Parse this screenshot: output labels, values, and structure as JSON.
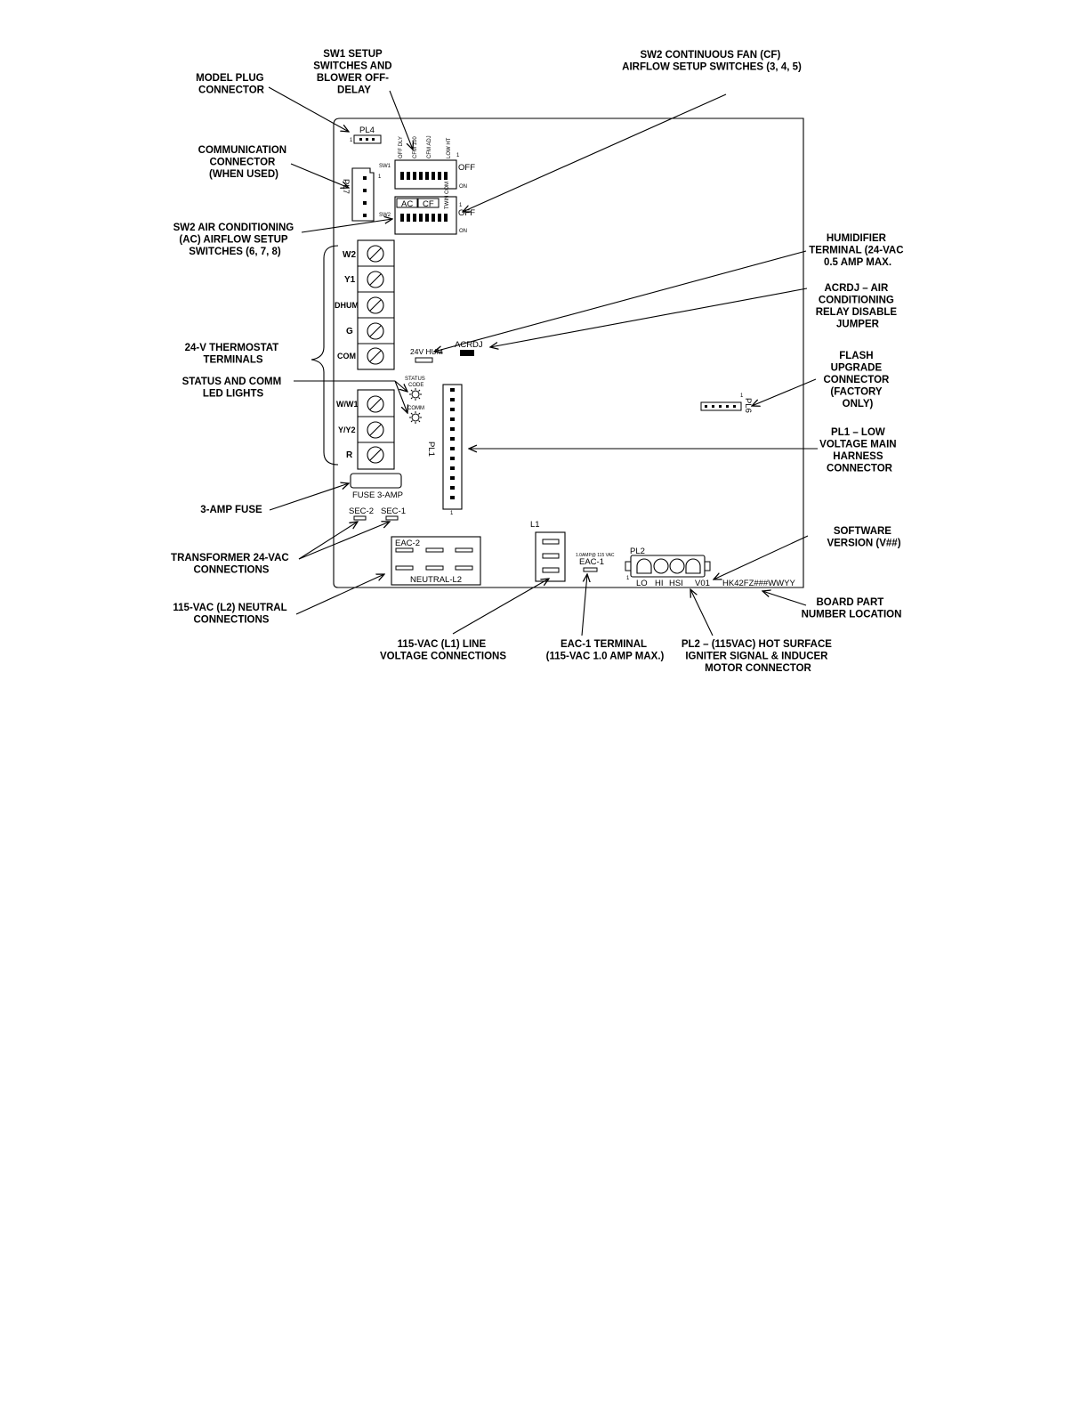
{
  "callouts": {
    "model_plug": [
      "MODEL PLUG",
      "CONNECTOR"
    ],
    "sw1_setup": [
      "SW1 SETUP",
      "SWITCHES AND",
      "BLOWER OFF-",
      "DELAY"
    ],
    "sw2_cf": [
      "SW2 CONTINUOUS FAN (CF)",
      "AIRFLOW SETUP SWITCHES (3, 4, 5)"
    ],
    "communication": [
      "COMMUNICATION",
      "CONNECTOR",
      "(WHEN USED)"
    ],
    "sw2_ac": [
      "SW2 AIR CONDITIONING",
      "(AC) AIRFLOW SETUP",
      "SWITCHES (6, 7, 8)"
    ],
    "humidifier": [
      "HUMIDIFIER",
      "TERMINAL (24-VAC",
      "0.5 AMP MAX."
    ],
    "acrdj": [
      "ACRDJ – AIR",
      "CONDITIONING",
      "RELAY DISABLE",
      "JUMPER"
    ],
    "thermostat": [
      "24-V THERMOSTAT",
      "TERMINALS"
    ],
    "status_leds": [
      "STATUS AND COMM",
      "LED LIGHTS"
    ],
    "flash": [
      "FLASH",
      "UPGRADE",
      "CONNECTOR",
      "(FACTORY",
      "ONLY)"
    ],
    "pl1": [
      "PL1 – LOW",
      "VOLTAGE MAIN",
      "HARNESS",
      "CONNECTOR"
    ],
    "fuse": [
      "3-AMP FUSE"
    ],
    "software": [
      "SOFTWARE",
      "VERSION (V##)"
    ],
    "transformer": [
      "TRANSFORMER 24-VAC",
      "CONNECTIONS"
    ],
    "neutral": [
      "115-VAC (L2) NEUTRAL",
      "CONNECTIONS"
    ],
    "board_part": [
      "BOARD PART",
      "NUMBER LOCATION"
    ],
    "line_voltage": [
      "115-VAC (L1) LINE",
      "VOLTAGE  CONNECTIONS"
    ],
    "eac1": [
      "EAC-1 TERMINAL",
      "(115-VAC 1.0 AMP MAX.)"
    ],
    "pl2": [
      "PL2 – (115VAC) HOT SURFACE",
      "IGNITER SIGNAL & INDUCER",
      "MOTOR CONNECTOR"
    ]
  },
  "board": {
    "pl4": "PL4",
    "pl7": "PL7",
    "sw1": "SW1",
    "sw2": "SW2",
    "sw1_headers": [
      "OFF DLY",
      "CFM 100",
      "CFM ADJ",
      "LOW HT"
    ],
    "off": "OFF",
    "on": "ON",
    "one": "1",
    "ac": "AC",
    "cf": "CF",
    "sw2_header": "TWIN COM",
    "terminals": [
      "W2",
      "Y1",
      "DHUM",
      "G",
      "COM",
      "W/W1",
      "Y/Y2",
      "R"
    ],
    "hum": "24V HUM",
    "acrdj": "ACRDJ",
    "status_code": [
      "STATUS",
      "CODE"
    ],
    "comm": "COMM",
    "pl1": "PL1",
    "pl6": "PL6",
    "fuse": "FUSE 3-AMP",
    "sec2": "SEC-2",
    "sec1": "SEC-1",
    "eac2": "EAC-2",
    "neutral_l2": "NEUTRAL-L2",
    "l1": "L1",
    "eac_rating": "1.0AMP@ 115 VAC",
    "eac1": "EAC-1",
    "pl2": "PL2",
    "pl2_pins": [
      "LO",
      "HI",
      "HSI"
    ],
    "version": "V01",
    "part_number": "HK42FZ###WWYY"
  }
}
